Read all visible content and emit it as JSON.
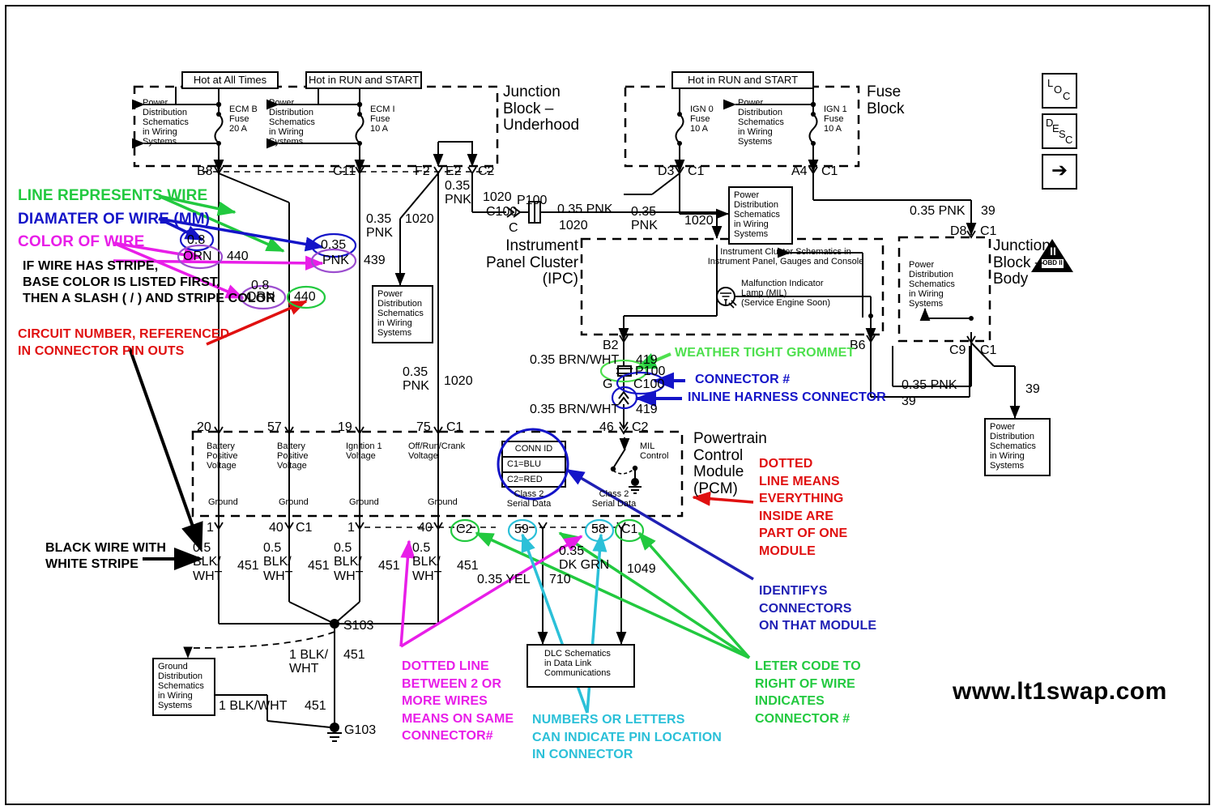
{
  "page": {
    "watermark": "www.lt1swap.com",
    "border_color": "#000000"
  },
  "legend_annotations": [
    {
      "id": "line-represents-wire",
      "text": "LINE REPRESENTS WIRE",
      "color": "#22c93f"
    },
    {
      "id": "diameter-of-wire",
      "text": "DIAMATER OF WIRE (MM)",
      "color": "#1414c8"
    },
    {
      "id": "color-of-wire",
      "text": "COLOR OF WIRE",
      "color": "#e81ee8"
    },
    {
      "id": "stripe-note-1",
      "text": "IF WIRE HAS STRIPE,",
      "color": "#000000"
    },
    {
      "id": "stripe-note-2",
      "text": "BASE COLOR IS LISTED FIRST,",
      "color": "#000000"
    },
    {
      "id": "stripe-note-3",
      "text": "THEN A SLASH ( / ) AND STRIPE COLOR",
      "color": "#000000"
    },
    {
      "id": "circuit-number-1",
      "text": "CIRCUIT NUMBER, REFERENCED",
      "color": "#e01010"
    },
    {
      "id": "circuit-number-2",
      "text": "IN CONNECTOR PIN OUTS",
      "color": "#e01010"
    },
    {
      "id": "black-wire-1",
      "text": "BLACK WIRE WITH",
      "color": "#000000"
    },
    {
      "id": "black-wire-2",
      "text": "WHITE STRIPE",
      "color": "#000000"
    },
    {
      "id": "weather-tight-grommet",
      "text": "WEATHER TIGHT GROMMET",
      "color": "#4ee04e"
    },
    {
      "id": "connector-number",
      "text": "CONNECTOR #",
      "color": "#1414c8"
    },
    {
      "id": "inline-harness-connector",
      "text": "INLINE HARNESS CONNECTOR",
      "color": "#1414c8"
    },
    {
      "id": "dotted-line-module",
      "text": "DOTTED\nLINE MEANS\nEVERYTHING\nINSIDE ARE\nPART OF ONE\nMODULE",
      "color": "#e01010"
    },
    {
      "id": "identifys-connectors",
      "text": "IDENTIFYS\nCONNECTORS\nON THAT MODULE",
      "color": "#2020b4"
    },
    {
      "id": "letter-code",
      "text": "LETER CODE TO\nRIGHT OF WIRE\nINDICATES\nCONNECTOR #",
      "color": "#22c93f"
    },
    {
      "id": "dotted-line-wires",
      "text": "DOTTED LINE\nBETWEEN 2 OR\nMORE WIRES\nMEANS ON SAME\nCONNECTOR#",
      "color": "#e81ee8"
    },
    {
      "id": "pin-location",
      "text": "NUMBERS OR LETTERS\nCAN INDICATE PIN LOCATION\nIN CONNECTOR",
      "color": "#2bc0d8"
    }
  ],
  "junction_block_underhood": {
    "title": "Junction\nBlock –\nUnderhood",
    "bus_labels": [
      {
        "id": "hot-at-all-times",
        "text": "Hot at All Times"
      },
      {
        "id": "hot-in-run-and-start",
        "text": "Hot in RUN and START"
      }
    ],
    "ref_blocks": [
      {
        "id": "pds-left",
        "text": "Power\nDistribution\nSchematics\nin Wiring\nSystems"
      },
      {
        "id": "pds-mid",
        "text": "Power\nDistribution\nSchematics\nin Wiring\nSystems"
      }
    ],
    "fuses": [
      {
        "id": "ecm-b-fuse",
        "name": "ECM B",
        "type": "Fuse",
        "rating": "20 A"
      },
      {
        "id": "ecm-i-fuse",
        "name": "ECM I",
        "type": "Fuse",
        "rating": "10 A"
      }
    ],
    "terminals": [
      "B8",
      "C11",
      "F2",
      "E2",
      "C2"
    ]
  },
  "fuse_block": {
    "title": "Fuse\nBlock",
    "bus_label": "Hot in RUN and START",
    "ref_block": "Power\nDistribution\nSchematics\nin Wiring\nSystems",
    "fuses": [
      {
        "id": "ign0-fuse",
        "name": "IGN 0",
        "type": "Fuse",
        "rating": "10 A"
      },
      {
        "id": "ign1-fuse",
        "name": "IGN 1",
        "type": "Fuse",
        "rating": "10 A"
      }
    ],
    "terminals": [
      "D3",
      "C1",
      "A4",
      "C1"
    ]
  },
  "junction_block_body": {
    "title": "Junction\nBlock –\nBody",
    "ref_block": "Power\nDistribution\nSchematics\nin Wiring\nSystems",
    "terminals": [
      "D8",
      "C1",
      "C9",
      "C1"
    ]
  },
  "ipc": {
    "title": "Instrument\nPanel Cluster\n(IPC)",
    "ref_text": "Instrument Cluster Schematics in\nInstrument Panel, Gauges and Console",
    "lamp_label": "Malfunction Indicator\nLamp (MIL)\n(Service Engine Soon)",
    "terminals": [
      "B2",
      "B6"
    ]
  },
  "pcm": {
    "title": "Powertrain\nControl\nModule\n(PCM)",
    "conn_id": {
      "header": "CONN ID",
      "rows": [
        "C1=BLU",
        "C2=RED"
      ]
    },
    "top_pins": [
      {
        "pin": "20",
        "label": "Battery\nPositive\nVoltage"
      },
      {
        "pin": "57",
        "label": "Battery\nPositive\nVoltage"
      },
      {
        "pin": "19",
        "label": "Ignition 1\nVoltage"
      },
      {
        "pin": "75",
        "conn": "C1",
        "label": "Off/Run/Crank\nVoltage"
      },
      {
        "pin": "46",
        "conn": "C2",
        "label": "MIL\nControl"
      }
    ],
    "bottom_labels": [
      "Ground",
      "Ground",
      "Ground",
      "Ground",
      "Class 2\nSerial Data",
      "Class 2\nSerial Data"
    ],
    "bottom_pins": [
      {
        "pin": "1"
      },
      {
        "pin": "40",
        "conn": "C1"
      },
      {
        "pin": "1"
      },
      {
        "pin": "40",
        "conn": "C2"
      },
      {
        "pin": "59"
      },
      {
        "pin": "58",
        "conn": "C1"
      }
    ],
    "mil_control": "MIL\nControl"
  },
  "wires": {
    "w440a": {
      "gauge": "0.8",
      "color": "ORN",
      "circuit": "440"
    },
    "w440b": {
      "gauge": "0.8",
      "color": "ORN",
      "circuit": "440"
    },
    "w439": {
      "gauge": "0.35",
      "color": "PNK",
      "circuit": "439"
    },
    "w1020_f2": {
      "gauge": "0.35\nPNK",
      "circuit": "1020"
    },
    "w1020_e2": {
      "gauge": "0.35\nPNK",
      "circuit": "1020"
    },
    "w1020_c2": {
      "circuit": "1020",
      "conn": "C100",
      "pin": "C",
      "grommet": "P100",
      "spec": "0.35 PNK",
      "circuit2": "1020"
    },
    "w1020_bottom": {
      "gauge": "0.35\nPNK",
      "circuit": "1020"
    },
    "w1020_d3": {
      "gauge": "0.35\nPNK",
      "circuit": "1020"
    },
    "w39_a4": {
      "spec": "0.35 PNK",
      "circuit": "39"
    },
    "w39_c9a": {
      "spec": "0.35 PNK",
      "circuit": "39"
    },
    "w39_c9b": {
      "spec": "0.35\nPNK",
      "circuit": "39"
    },
    "w419_top": {
      "spec": "0.35 BRN/WHT",
      "circuit": "419"
    },
    "w419_bot": {
      "spec": "0.35 BRN/WHT",
      "circuit": "419"
    },
    "grommet": "P100",
    "connector": "C100",
    "ground_pin": "G",
    "w451": [
      {
        "spec": "0.5\nBLK/\nWHT",
        "circuit": "451"
      },
      {
        "spec": "0.5\nBLK/\nWHT",
        "circuit": "451"
      },
      {
        "spec": "0.5\nBLK/\nWHT",
        "circuit": "451"
      },
      {
        "spec": "0.5\nBLK/\nWHT",
        "circuit": "451"
      }
    ],
    "w710": {
      "spec": "0.35 YEL",
      "circuit": "710"
    },
    "w1049": {
      "spec": "0.35\nDK GRN",
      "circuit": "1049"
    },
    "splice_tail": {
      "spec": "1 BLK/\nWHT",
      "circuit": "451"
    },
    "ground_tail": {
      "spec": "1 BLK/WHT",
      "circuit": "451"
    }
  },
  "ref_boxes": {
    "pds_under_f2": "Power\nDistribution\nSchematics\nin Wiring\nSystems",
    "pds_fuse_block": "Power\nDistribution\nSchematics\nin Wiring\nSystems",
    "pds_jb_body_out": "Power\nDistribution\nSchematics\nin Wiring\nSystems",
    "ground_dist": "Ground\nDistribution\nSchematics\nin Wiring\nSystems",
    "dlc": "DLC Schematics\nin Data Link\nCommunications"
  },
  "nodes": {
    "splice": "S103",
    "ground": "G103"
  },
  "corner_icons": [
    {
      "id": "loc-icon",
      "text": "LOC"
    },
    {
      "id": "desc-icon",
      "text": "DESC"
    },
    {
      "id": "arrow-icon",
      "text": "➔"
    }
  ],
  "obd_badge": {
    "roman": "II",
    "label": "OBD II"
  }
}
